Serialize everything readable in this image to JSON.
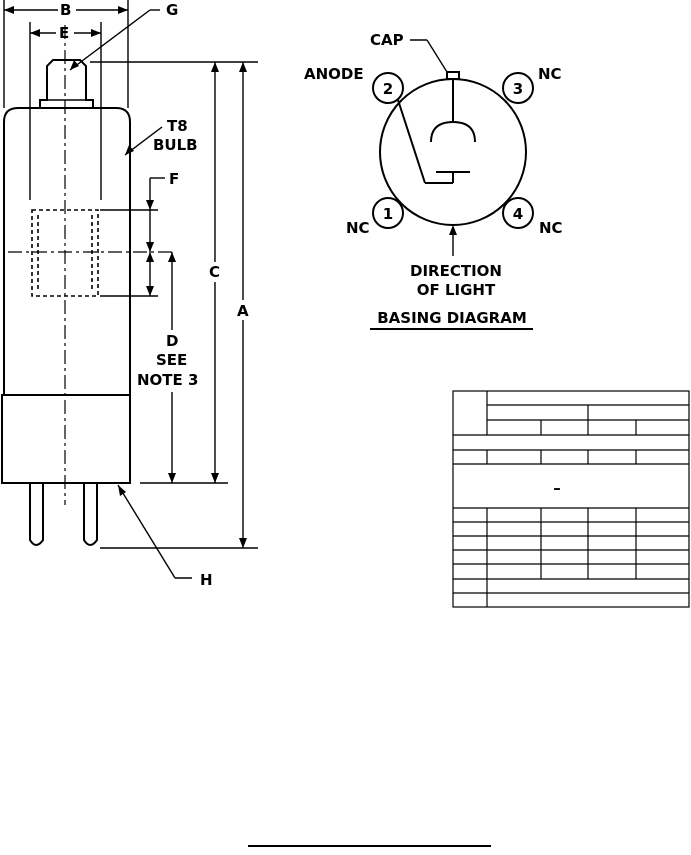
{
  "outline": {
    "dim_a": "A",
    "dim_b": "B",
    "dim_c": "C",
    "dim_d": "D",
    "dim_e": "E",
    "dim_f": "F",
    "dim_g": "G",
    "dim_h": "H",
    "see_line": "SEE",
    "note_line": "NOTE 3",
    "bulb_line1": "T8",
    "bulb_line2": "BULB"
  },
  "basing": {
    "cap_label": "CAP",
    "anode_label": "ANODE",
    "pin1": "1",
    "pin2": "2",
    "pin3": "3",
    "pin4": "4",
    "nc_label_pin3": "NC",
    "nc_label_pin1": "NC",
    "nc_label_pin4": "NC",
    "direction_line1": "DIRECTION",
    "direction_line2": "OF LIGHT",
    "title": "BASING DIAGRAM"
  },
  "table": {
    "dash_mark": "–"
  }
}
